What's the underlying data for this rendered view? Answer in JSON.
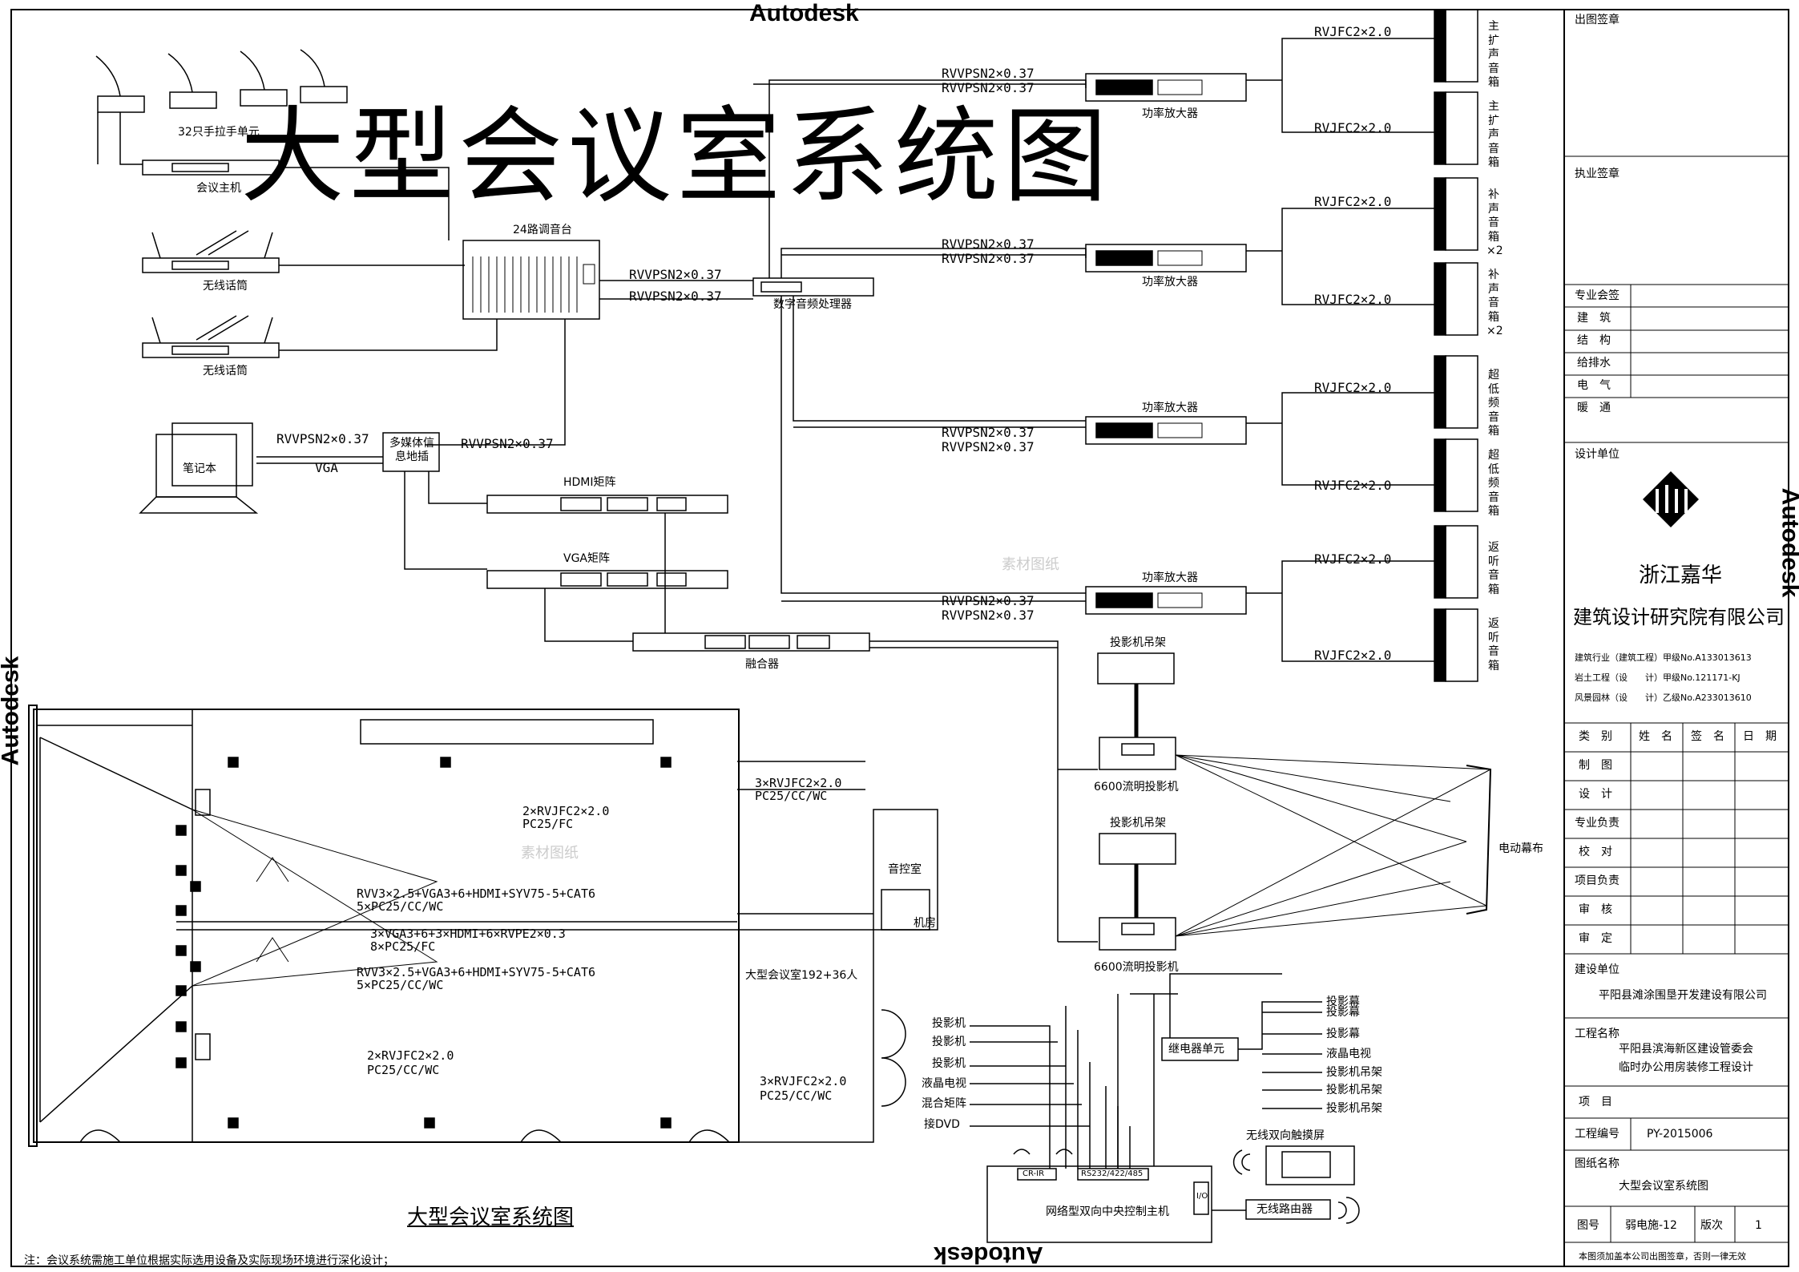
{
  "brand": {
    "autodesk": "Autodesk"
  },
  "title": {
    "main": "大型会议室系统图",
    "sub": "大型会议室系统图"
  },
  "note": "注：会议系统需施工单位根据实际选用设备及实际现场环境进行深化设计；",
  "watermark": "素材图纸",
  "devices": {
    "hand_units": "32只手拉手单元",
    "host": "会议主机",
    "wireless_mic": "无线话筒",
    "mixer": "24路调音台",
    "dsp": "数字音频处理器",
    "laptop": "笔记本",
    "media_box": "多媒体信息地插",
    "hdmi_matrix": "HDMI矩阵",
    "vga_matrix": "VGA矩阵",
    "fusion": "融合器",
    "amp": "功率放大器",
    "projector_rack": "投影机吊架",
    "projector": "6600流明投影机",
    "screen": "电动幕布",
    "control_room": "音控室",
    "room_name": "大型会议室192+36人",
    "relay": "继电器单元",
    "central_host": "网络型双向中央控制主机",
    "wireless_touch": "无线双向触摸屏",
    "router": "无线路由器",
    "cr_ir": "CR-IR",
    "rs_port": "RS232/422/485",
    "io_port": "I/O",
    "jifang": "机房"
  },
  "speakers": [
    {
      "name": "主扩声音箱"
    },
    {
      "name": "主扩声音箱"
    },
    {
      "name": "补声音箱×2"
    },
    {
      "name": "补声音箱×2"
    },
    {
      "name": "超低频音箱"
    },
    {
      "name": "超低频音箱"
    },
    {
      "name": "返听音箱"
    },
    {
      "name": "返听音箱"
    }
  ],
  "cables": {
    "rvvpsn": "RVVPSN2×0.37",
    "rvjfc": "RVJFC2×2.0",
    "vga": "VGA",
    "c3rvjfc": "3×RVJFC2×2.0",
    "c3rvjfc_pipe": "PC25/CC/WC",
    "c2rvjfc": "2×RVJFC2×2.0",
    "c2rvjfc_pipe": "PC25/FC",
    "c2rvjfc_pipe_b": "PC25/CC/WC",
    "rvv1": "RVV3×2.5+VGA3+6+HDMI+SYV75-5+CAT6",
    "rvv1_pipe": "5×PC25/CC/WC",
    "vga2": "3×VGA3+6+3×HDMI+6×RVPE2×0.3",
    "vga2_pipe": "8×PC25/FC",
    "rvv3": "RVV3×2.5+VGA3+6+HDMI+SYV75-5+CAT6",
    "rvv3_pipe": "5×PC25/CC/WC",
    "c3rvjfc_b": "3×RVJFC2×2.0",
    "c3rvjfc_b_pipe": "PC25/CC/WC"
  },
  "control_inputs": [
    "投影机",
    "投影机",
    "投影机",
    "液晶电视",
    "混合矩阵",
    "接DVD"
  ],
  "control_outputs": [
    "投影幕",
    "投影幕",
    "投影幕",
    "液晶电视",
    "投影机吊架",
    "投影机吊架",
    "投影机吊架"
  ],
  "title_block": {
    "chutu": "出图签章",
    "zhiye": "执业签章",
    "zhuanye": "专业会签",
    "disciplines": [
      "建　筑",
      "结　构",
      "给排水",
      "电　气",
      "暖　通"
    ],
    "design_unit": "设计单位",
    "company_1": "浙江嘉华",
    "company_2": "建筑设计研究院有限公司",
    "quals": [
      "建筑行业（建筑工程）甲级No.A133013613",
      "岩土工程（设　　计）甲级No.121171-KJ",
      "风景园林（设　　计）乙级No.A233013610"
    ],
    "headers": [
      "类　别",
      "姓　名",
      "签　名",
      "日　期"
    ],
    "roles": [
      "制　图",
      "设　计",
      "专业负责",
      "校　对",
      "项目负责",
      "审　核",
      "审　定"
    ],
    "client_label": "建设单位",
    "client": "平阳县滩涂围垦开发建设有限公司",
    "project_label": "工程名称",
    "project_1": "平阳县滨海新区建设管委会",
    "project_2": "临时办公用房装修工程设计",
    "item_label": "项　目",
    "code_label": "工程编号",
    "code": "PY-2015006",
    "drawing_label": "图纸名称",
    "drawing": "大型会议室系统图",
    "num_label": "图号",
    "num": "弱电施-12",
    "ver_label": "版次",
    "ver": "1",
    "footer": "本图须加盖本公司出图签章，否则一律无效"
  }
}
